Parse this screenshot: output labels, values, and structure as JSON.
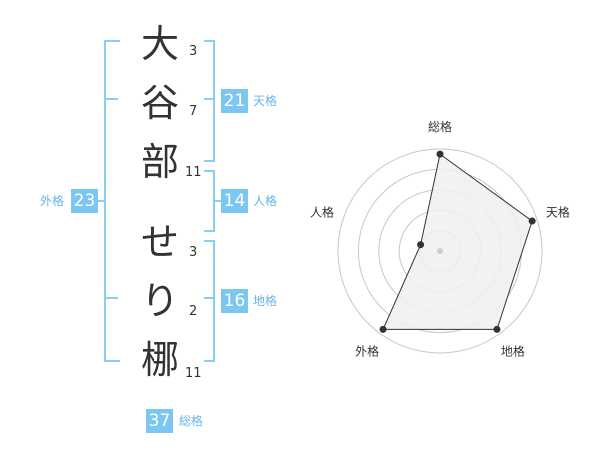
{
  "name": {
    "chars": [
      {
        "char": "大",
        "strokes": "3"
      },
      {
        "char": "谷",
        "strokes": "7"
      },
      {
        "char": "部",
        "strokes": "11"
      },
      {
        "char": "せ",
        "strokes": "3"
      },
      {
        "char": "り",
        "strokes": "2"
      },
      {
        "char": "梛",
        "strokes": "11"
      }
    ]
  },
  "fortunes": {
    "tenkaku": {
      "value": "21",
      "label": "天格"
    },
    "jinkaku": {
      "value": "14",
      "label": "人格"
    },
    "chikaku": {
      "value": "16",
      "label": "地格"
    },
    "gaikaku": {
      "value": "23",
      "label": "外格"
    },
    "soukaku": {
      "value": "37",
      "label": "総格"
    }
  },
  "chart_data": {
    "type": "radar",
    "axes": [
      "総格",
      "天格",
      "地格",
      "外格",
      "人格"
    ],
    "values": [
      0.95,
      0.95,
      0.95,
      0.95,
      0.2
    ],
    "rings": 5,
    "max": 1
  },
  "colors": {
    "accent": "#7cc6f2",
    "bracket": "#8ccdf2",
    "radar_fill": "#f0f0f0",
    "radar_line": "#333333"
  }
}
